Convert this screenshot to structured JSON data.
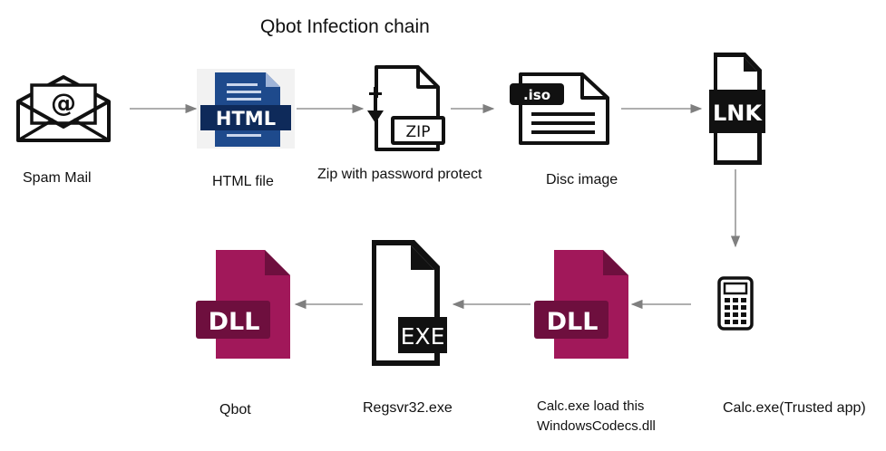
{
  "diagram": {
    "title": "Qbot Infection chain",
    "nodes": [
      {
        "id": "spam-mail",
        "label": "Spam Mail",
        "icon": "envelope-at-icon"
      },
      {
        "id": "html-file",
        "label": "HTML file",
        "icon": "html-file-icon",
        "icon_text": "HTML"
      },
      {
        "id": "zip",
        "label": "Zip with password protect",
        "icon": "zip-file-icon",
        "icon_text": "ZIP"
      },
      {
        "id": "disc-image",
        "label": "Disc image",
        "icon": "iso-file-icon",
        "icon_text": ".iso"
      },
      {
        "id": "lnk",
        "label": "",
        "icon": "lnk-file-icon",
        "icon_text": "LNK"
      },
      {
        "id": "calc",
        "label": "Calc.exe(Trusted app)",
        "icon": "calculator-icon"
      },
      {
        "id": "codecs-dll",
        "label_line1": "Calc.exe load this",
        "label_line2": "WindowsCodecs.dll",
        "icon": "dll-file-icon",
        "icon_text": "DLL"
      },
      {
        "id": "regsvr",
        "label": "Regsvr32.exe",
        "icon": "exe-file-icon",
        "icon_text": "EXE"
      },
      {
        "id": "qbot",
        "label": "Qbot",
        "icon": "dll-file-icon",
        "icon_text": "DLL"
      }
    ],
    "edges": [
      [
        "spam-mail",
        "html-file"
      ],
      [
        "html-file",
        "zip"
      ],
      [
        "zip",
        "disc-image"
      ],
      [
        "disc-image",
        "lnk"
      ],
      [
        "lnk",
        "calc"
      ],
      [
        "calc",
        "codecs-dll"
      ],
      [
        "codecs-dll",
        "regsvr"
      ],
      [
        "regsvr",
        "qbot"
      ]
    ],
    "colors": {
      "arrow": "#7f7f7f",
      "dll": "#a1185a",
      "dll_dark": "#6e0f3e",
      "html_blue": "#1e4a8c",
      "html_dark": "#0e2a5a"
    }
  }
}
